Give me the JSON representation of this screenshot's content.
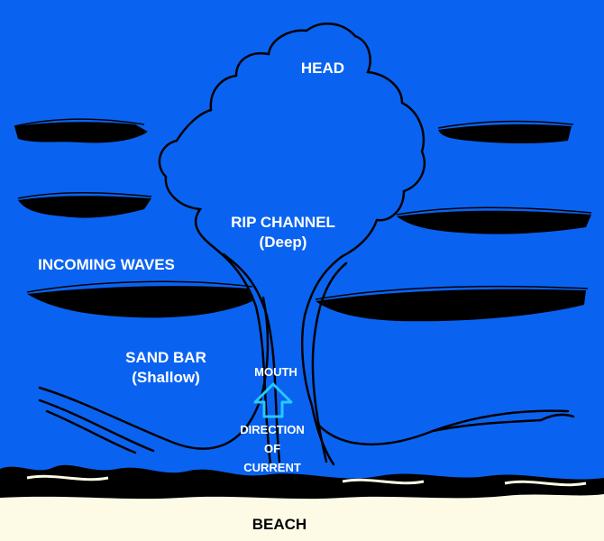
{
  "labels": {
    "head": "HEAD",
    "rip_channel": "RIP CHANNEL",
    "rip_channel_note": "(Deep)",
    "incoming_waves": "INCOMING WAVES",
    "sand_bar": "SAND BAR",
    "sand_bar_note": "(Shallow)",
    "mouth": "MOUTH",
    "direction_1": "DIRECTION",
    "direction_2": "OF",
    "direction_3": "CURRENT",
    "beach": "BEACH"
  },
  "colors": {
    "water": "#0a63f0",
    "ink": "#000000",
    "label": "#ffffff",
    "sand": "#fdfbe6",
    "arrow": "#28c8ff"
  },
  "icons": {
    "current_arrow": "up-arrow-outline"
  }
}
